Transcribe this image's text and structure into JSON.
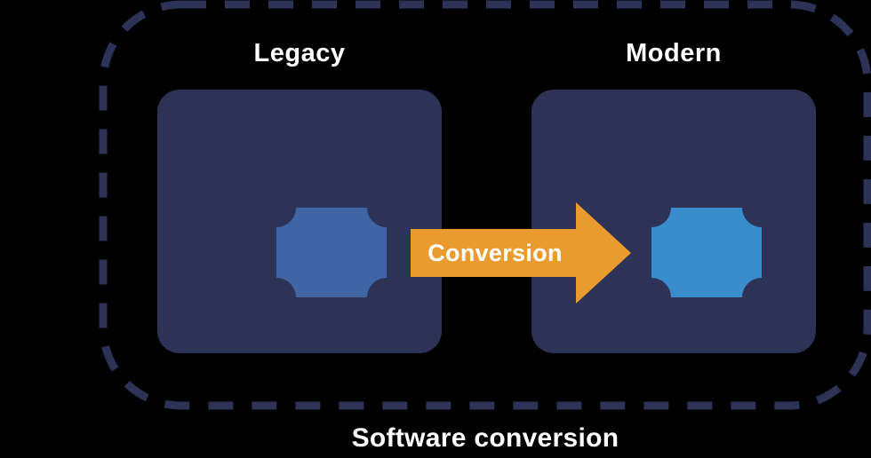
{
  "title": "Software conversion",
  "colors": {
    "background": "#000000",
    "dashed_border": "#2c3356",
    "box": "#2c3356",
    "legacy_shape": "#3f65a5",
    "modern_shape": "#398dcd",
    "arrow": "#ea9b2e",
    "text": "#ffffff"
  },
  "groups": [
    {
      "label": "Legacy"
    },
    {
      "label": "Modern"
    }
  ],
  "arrow": {
    "label": "Conversion"
  }
}
